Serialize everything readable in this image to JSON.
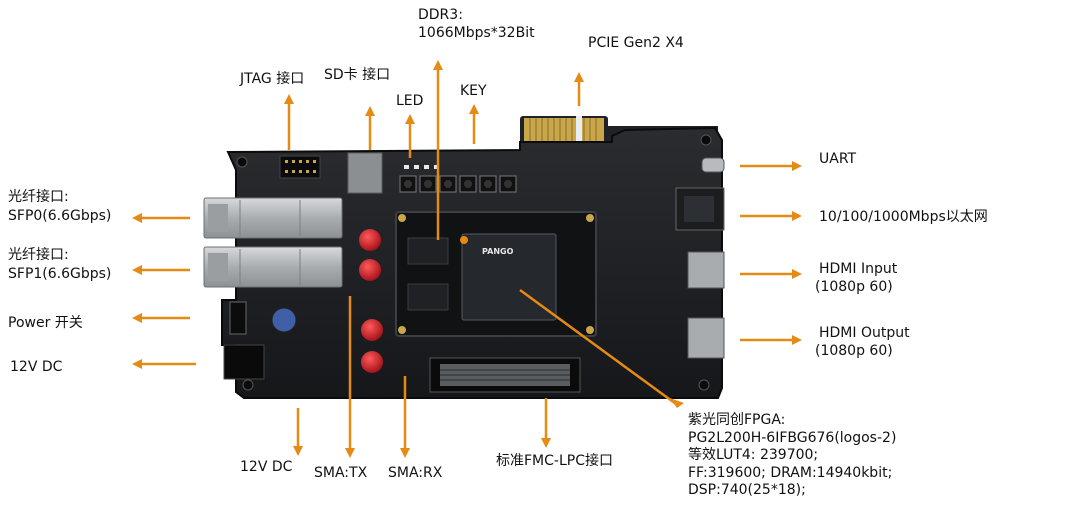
{
  "colors": {
    "arrow": "#e58a14",
    "pcb": "#1d1f22",
    "pcb_edge": "#0d0e10",
    "gold": "#d6b35a",
    "sfp_metal": "#bfc2c4",
    "red_connector": "#c3121f"
  },
  "labels": {
    "ddr3_line1": "DDR3:",
    "ddr3_line2": "1066Mbps*32Bit",
    "pcie": "PCIE Gen2 X4",
    "jtag": "JTAG 接口",
    "sd": "SD卡 接口",
    "led": "LED",
    "key": "KEY",
    "uart": "UART",
    "ethernet": "10/100/1000Mbps以太网",
    "hdmi_in_line1": "HDMI Input",
    "hdmi_in_line2": "(1080p 60)",
    "hdmi_out_line1": "HDMI Output",
    "hdmi_out_line2": "(1080p 60)",
    "sfp0_line1": "光纤接口:",
    "sfp0_line2": "SFP0(6.6Gbps)",
    "sfp1_line1": "光纤接口:",
    "sfp1_line2": "SFP1(6.6Gbps)",
    "power": "Power 开关",
    "dc_left": "12V DC",
    "dc_bottom": "12V DC",
    "sma_tx": "SMA:TX",
    "sma_rx": "SMA:RX",
    "fmc": "标准FMC-LPC接口"
  },
  "fpga_info": {
    "line1": "紫光同创FPGA:",
    "line2": "PG2L200H-6IFBG676(logos-2)",
    "line3": "等效LUT4: 239700;",
    "line4": "FF:319600; DRAM:14940kbit;",
    "line5": "DSP:740(25*18);"
  },
  "board_marks": {
    "chip_brand": "PANGO"
  }
}
